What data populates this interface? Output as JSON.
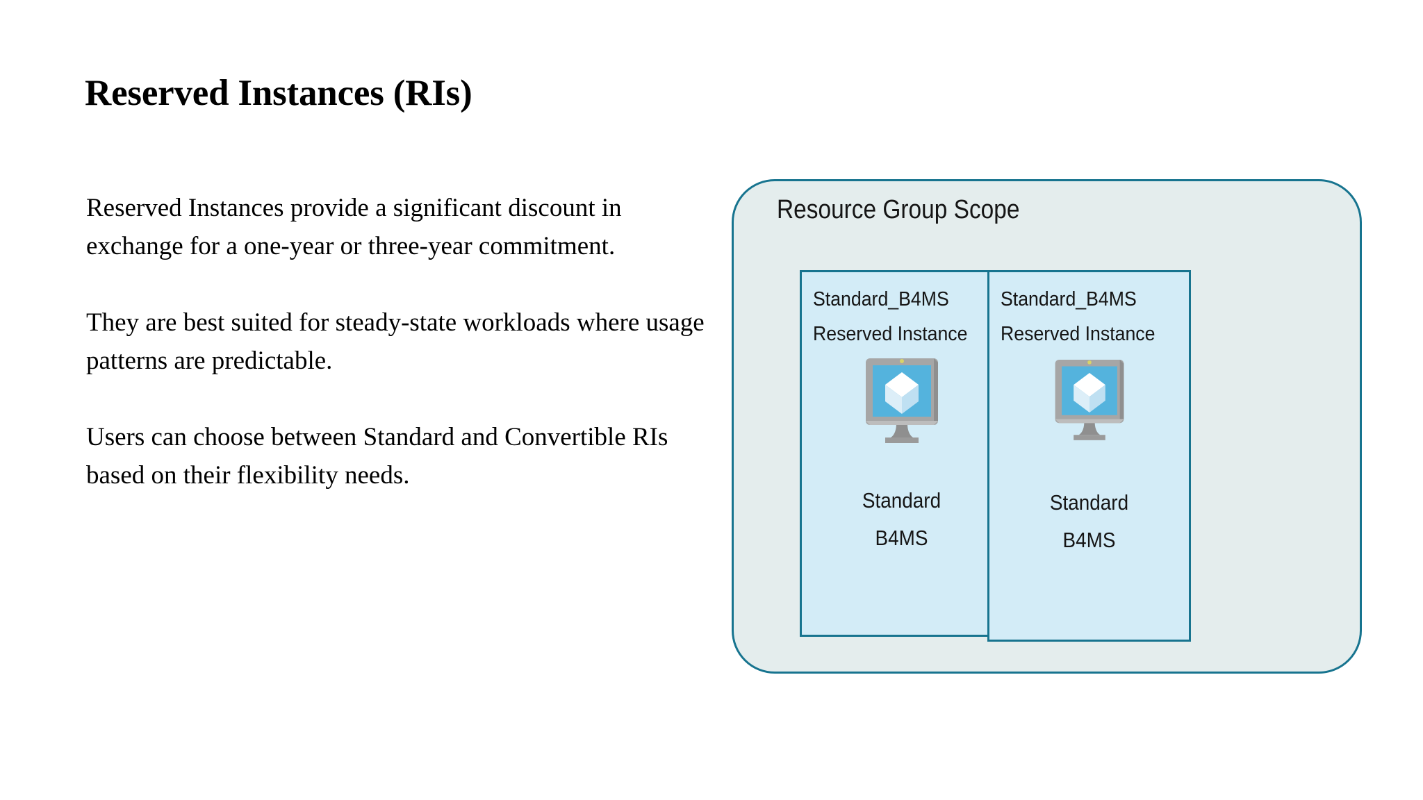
{
  "slide": {
    "title": "Reserved Instances (RIs)",
    "paragraphs": [
      "Reserved Instances provide a significant discount in exchange for a one-year or three-year commitment.",
      "They are best suited for steady-state workloads where usage patterns are predictable.",
      "Users can choose between Standard and Convertible RIs based on their flexibility needs."
    ]
  },
  "diagram": {
    "scope_title": "Resource Group Scope",
    "colors": {
      "scope_fill": "#e4eded",
      "scope_border": "#17748f",
      "card_fill": "#d3ecf7",
      "card_border": "#17748f",
      "icon_screen": "#54b3dd",
      "icon_bezel": "#a6a6a6",
      "icon_cube_light": "#ffffff",
      "icon_cube_mid": "#dceef8",
      "icon_cube_shade": "#bfe0f2"
    },
    "cards": [
      {
        "sku_line": "Standard_B4MS",
        "type_line": "Reserved Instance",
        "icon": "virtual-machine-icon",
        "caption_line_1": "Standard",
        "caption_line_2": "B4MS"
      },
      {
        "sku_line": "Standard_B4MS",
        "type_line": "Reserved Instance",
        "icon": "virtual-machine-icon",
        "caption_line_1": "Standard",
        "caption_line_2": "B4MS"
      }
    ]
  }
}
